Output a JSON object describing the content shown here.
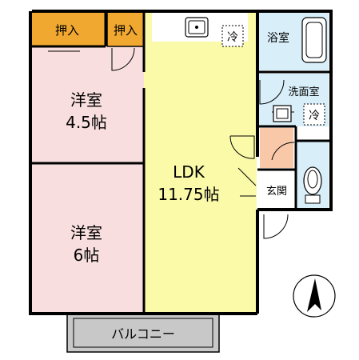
{
  "rooms": {
    "closet_left": "押入",
    "closet_right": "押入",
    "room1_name": "洋室",
    "room1_size": "4.5帖",
    "room2_name": "洋室",
    "room2_size": "6帖",
    "ldk_name": "LDK",
    "ldk_size": "11.75帖",
    "bath": "浴室",
    "washroom": "洗面室",
    "entrance": "玄関",
    "balcony": "バルコニー"
  },
  "symbols": {
    "fridge_mark": "冷",
    "washer_mark": "冷"
  },
  "colors": {
    "closet": "#f0a830",
    "bedroom": "#f8dede",
    "ldk": "#fafaa8",
    "wet_area": "#d8eef8",
    "entrance": "#f8c8a8",
    "balcony": "#c8c8c8",
    "wall": "#000000"
  },
  "icons": [
    "sink-icon",
    "fridge-space-icon",
    "bathtub-icon",
    "washbasin-icon",
    "washer-space-icon",
    "toilet-icon",
    "north-arrow-icon"
  ]
}
